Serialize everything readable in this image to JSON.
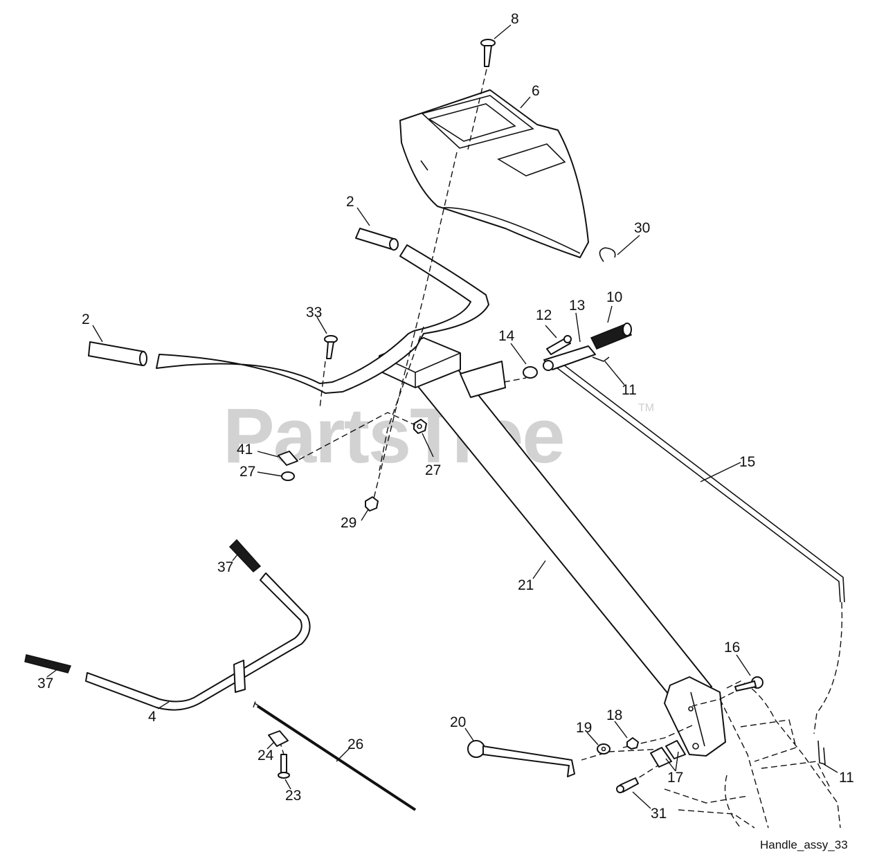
{
  "watermark": {
    "text": "PartsTree",
    "trademark": "TM"
  },
  "caption": "Handle_assy_33",
  "labels": {
    "p2a": "2",
    "p2b": "2",
    "p4": "4",
    "p6": "6",
    "p8": "8",
    "p10": "10",
    "p11a": "11",
    "p11b": "11",
    "p12": "12",
    "p13": "13",
    "p14": "14",
    "p15": "15",
    "p16": "16",
    "p17": "17",
    "p18": "18",
    "p19": "19",
    "p20": "20",
    "p21": "21",
    "p23": "23",
    "p24": "24",
    "p26": "26",
    "p27a": "27",
    "p27b": "27",
    "p29": "29",
    "p30": "30",
    "p31": "31",
    "p33": "33",
    "p37a": "37",
    "p37b": "37",
    "p41": "41"
  }
}
